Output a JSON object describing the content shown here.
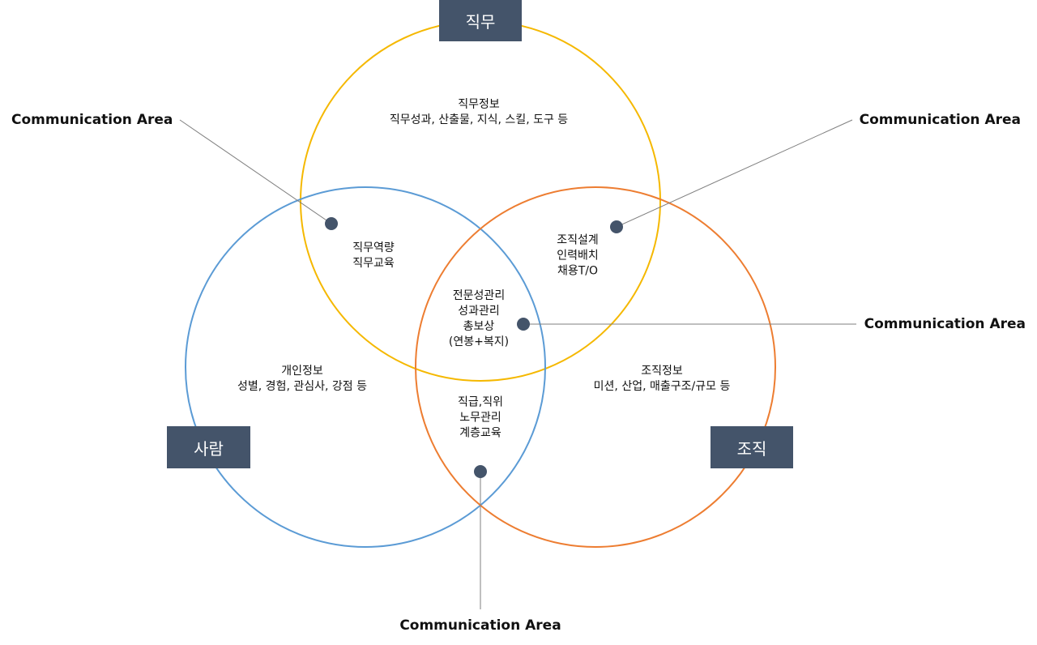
{
  "colors": {
    "job_circle": "#f5b800",
    "person_circle": "#5b9bd5",
    "org_circle": "#ed7d31",
    "label_box": "#44546a",
    "dot": "#44546a",
    "leader_line": "#7f7f7f"
  },
  "labels": {
    "job": "직무",
    "person": "사람",
    "org": "조직"
  },
  "regions": {
    "job_only": "직무정보\n직무성과, 산출물, 지식, 스킬, 도구 등",
    "job_person": "직무역량\n직무교육",
    "job_org": "조직설계\n인력배치\n채용T/O",
    "center": "전문성관리\n성과관리\n총보상\n(연봉+복지)",
    "person_only": "개인정보\n성별, 경험, 관심사, 강점 등",
    "org_only": "조직정보\n미션, 산업, 매출구조/규모 등",
    "person_org": "직급,직위\n노무관리\n계층교육"
  },
  "communication": {
    "top_left": "Communication Area",
    "top_right": "Communication Area",
    "mid_right": "Communication Area",
    "bottom": "Communication Area"
  }
}
